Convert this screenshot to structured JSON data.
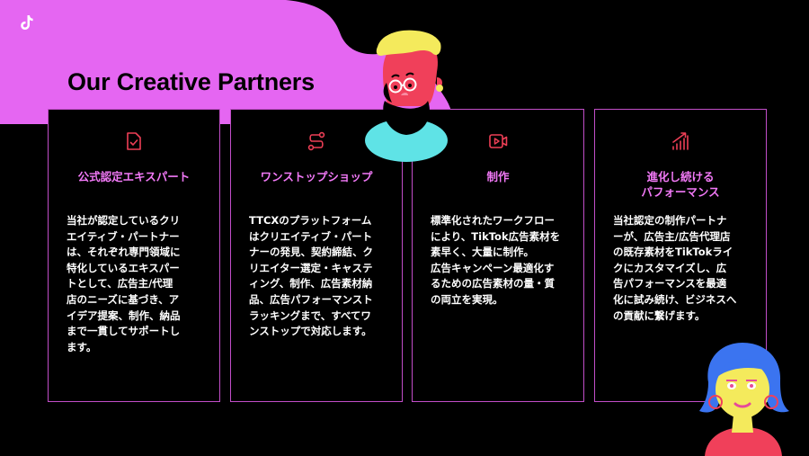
{
  "brand": {
    "logo_icon": "tiktok-logo-icon"
  },
  "header": {
    "title": "Our Creative Partners"
  },
  "colors": {
    "background": "#000000",
    "blob": "#e566f2",
    "card_border": "#c24ec9",
    "heading": "#f279f7",
    "icon_red": "#ee3f56"
  },
  "cards": [
    {
      "icon": "check-document-icon",
      "heading": "公式認定エキスパート",
      "body": "当社が認定しているクリ\nエイティブ・パートナー\nは、それぞれ専門領域に\n特化しているエキスパー\nトとして、広告主/代理\n店のニーズに基づき、ア\nイデア提案、制作、納品\nまで一貫してサポートし\nます。"
    },
    {
      "icon": "route-icon",
      "heading": "ワンストップショップ",
      "body": "TTCXのプラットフォーム\nはクリエイティブ・パート\nナーの発見、契約締結、ク\nリエイター選定・キャステ\nィング、制作、広告素材納\n品、広告パフォーマンスト\nラッキングまで、すべてワ\nンストップで対応します。"
    },
    {
      "icon": "video-camera-icon",
      "heading": "制作",
      "body": "標準化されたワークフロー\nにより、TikTok広告素材を\n素早く、大量に制作。\n広告キャンペーン最適化す\nるための広告素材の量・質\nの両立を実現。"
    },
    {
      "icon": "growth-chart-icon",
      "heading": "進化し続ける\nパフォーマンス",
      "body": "当社認定の制作パートナ\nーが、広告主/広告代理店\nの既存素材をTikTokライ\nクにカスタマイズし、広\n告パフォーマンスを最適\n化に試み続け、ビジネスへ\nの貢献に繋げます。"
    }
  ]
}
